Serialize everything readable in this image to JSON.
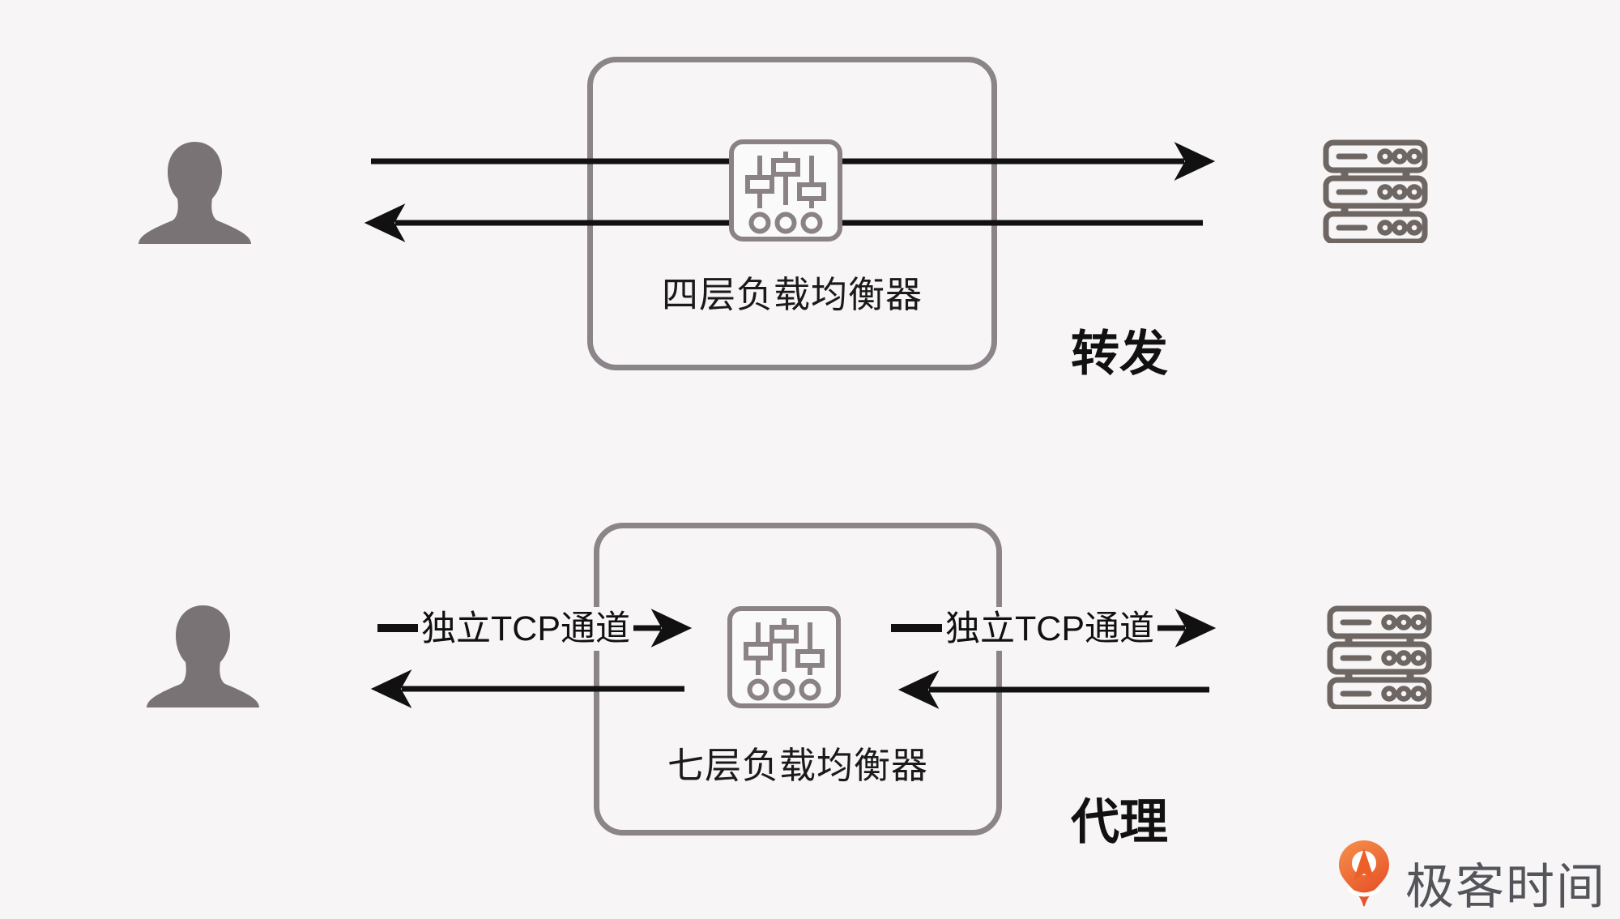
{
  "page": {
    "background_color": "#f7f5f6",
    "kind": "load-balancer-comparison-diagram"
  },
  "colors": {
    "arrow_black": "#111111",
    "box_border_gray": "#8b8589",
    "device_icon_gray": "#6e6663",
    "slider_icon_gray": "#8a8285",
    "person_gray": "#7a7376",
    "logo_orange_light": "#f5924d",
    "logo_orange_dark": "#e64f26",
    "logo_text_gray": "#54555a"
  },
  "icons": {
    "user": "person-silhouette-icon",
    "load_balancer": "sliders-icon",
    "server": "server-rack-icon",
    "logo": "geektime-pin-icon"
  },
  "top_section": {
    "box_label": "四层负载均衡器",
    "mode_label": "转发"
  },
  "bottom_section": {
    "box_label": "七层负载均衡器",
    "mode_label": "代理",
    "left_channel_label": "独立TCP通道",
    "right_channel_label": "独立TCP通道"
  },
  "branding": {
    "logo_text": "极客时间"
  }
}
